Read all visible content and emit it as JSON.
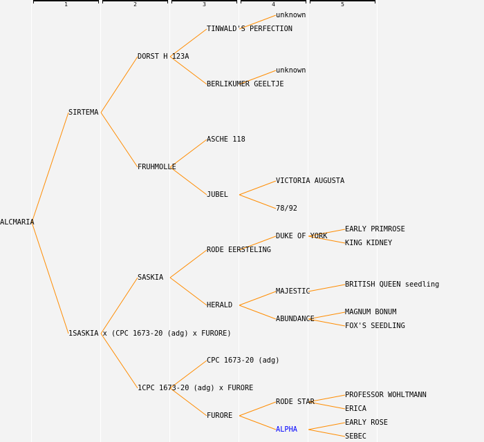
{
  "generations": [
    "1",
    "2",
    "3",
    "4",
    "5"
  ],
  "colors": {
    "line": "#ff8c00",
    "text": "#000000",
    "highlight": "#0000ff",
    "background": "#f3f3f3"
  },
  "tree": {
    "name": "ALCMARIA",
    "parents": [
      {
        "name": "SIRTEMA",
        "parents": [
          {
            "name": "DORST H 123A",
            "parents": [
              {
                "name": "TINWALD'S PERFECTION",
                "parents": [
                  {
                    "name": "unknown"
                  },
                  null
                ]
              },
              {
                "name": "BERLIKUMER GEELTJE",
                "parents": [
                  {
                    "name": "unknown"
                  },
                  null
                ]
              }
            ]
          },
          {
            "name": "FRUHMOLLE",
            "parents": [
              {
                "name": "ASCHE 118"
              },
              {
                "name": "JUBEL",
                "parents": [
                  {
                    "name": "VICTORIA AUGUSTA"
                  },
                  {
                    "name": "78/92"
                  }
                ]
              }
            ]
          }
        ]
      },
      {
        "name": "1SASKIA x (CPC 1673-20 (adg) x FURORE)",
        "parents": [
          {
            "name": "SASKIA",
            "parents": [
              {
                "name": "RODE EERSTELING",
                "parents": [
                  {
                    "name": "DUKE OF YORK",
                    "parents": [
                      {
                        "name": "EARLY PRIMROSE"
                      },
                      {
                        "name": "KING KIDNEY"
                      }
                    ]
                  },
                  null
                ]
              },
              {
                "name": "HERALD",
                "parents": [
                  {
                    "name": "MAJESTIC",
                    "parents": [
                      {
                        "name": "BRITISH QUEEN seedling"
                      },
                      null
                    ]
                  },
                  {
                    "name": "ABUNDANCE",
                    "parents": [
                      {
                        "name": "MAGNUM BONUM"
                      },
                      {
                        "name": "FOX'S SEEDLING"
                      }
                    ]
                  }
                ]
              }
            ]
          },
          {
            "name": "1CPC 1673-20 (adg) x FURORE",
            "parents": [
              {
                "name": "CPC 1673-20 (adg)"
              },
              {
                "name": "FURORE",
                "parents": [
                  {
                    "name": "RODE STAR",
                    "parents": [
                      {
                        "name": "PROFESSOR WOHLTMANN"
                      },
                      {
                        "name": "ERICA"
                      }
                    ]
                  },
                  {
                    "name": "ALPHA",
                    "highlight": true,
                    "parents": [
                      {
                        "name": "EARLY ROSE"
                      },
                      {
                        "name": "SEBEC"
                      }
                    ]
                  }
                ]
              }
            ]
          }
        ]
      }
    ]
  }
}
